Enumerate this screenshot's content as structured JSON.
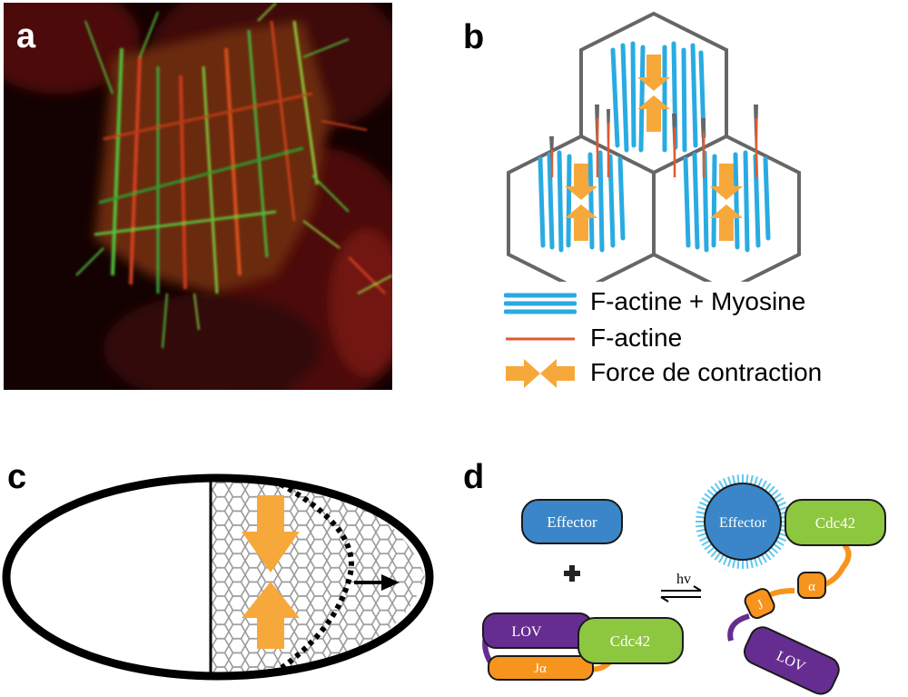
{
  "panels": {
    "a": {
      "letter": "a"
    },
    "b": {
      "letter": "b",
      "legend": [
        {
          "label": "F-actine + Myosine",
          "swatch": "actomyosin-icon"
        },
        {
          "label": "F-actine",
          "swatch": "actin-icon"
        },
        {
          "label": "Force de contraction",
          "swatch": "contraction-arrows-icon"
        }
      ]
    },
    "c": {
      "letter": "c"
    },
    "d": {
      "letter": "d",
      "effector_label": "Effector",
      "plus_sign": "+",
      "lov_label": "LOV",
      "cdc42_label": "Cdc42",
      "jalpha_label": "Jα",
      "hv_label": "hv",
      "effector_bound_label": "Effector",
      "cdc42_bound_label": "Cdc42",
      "j_label": "J",
      "alpha_label": "α",
      "lov_free_label": "LOV"
    }
  },
  "colors": {
    "actomyosin": "#29abe2",
    "actin": "#e05a2b",
    "force": "#f7a83a",
    "hex_outline": "#666666",
    "effector": "#3a86c8",
    "cdc42": "#8dc63f",
    "lov": "#662d91",
    "jalpha": "#f7941d"
  }
}
